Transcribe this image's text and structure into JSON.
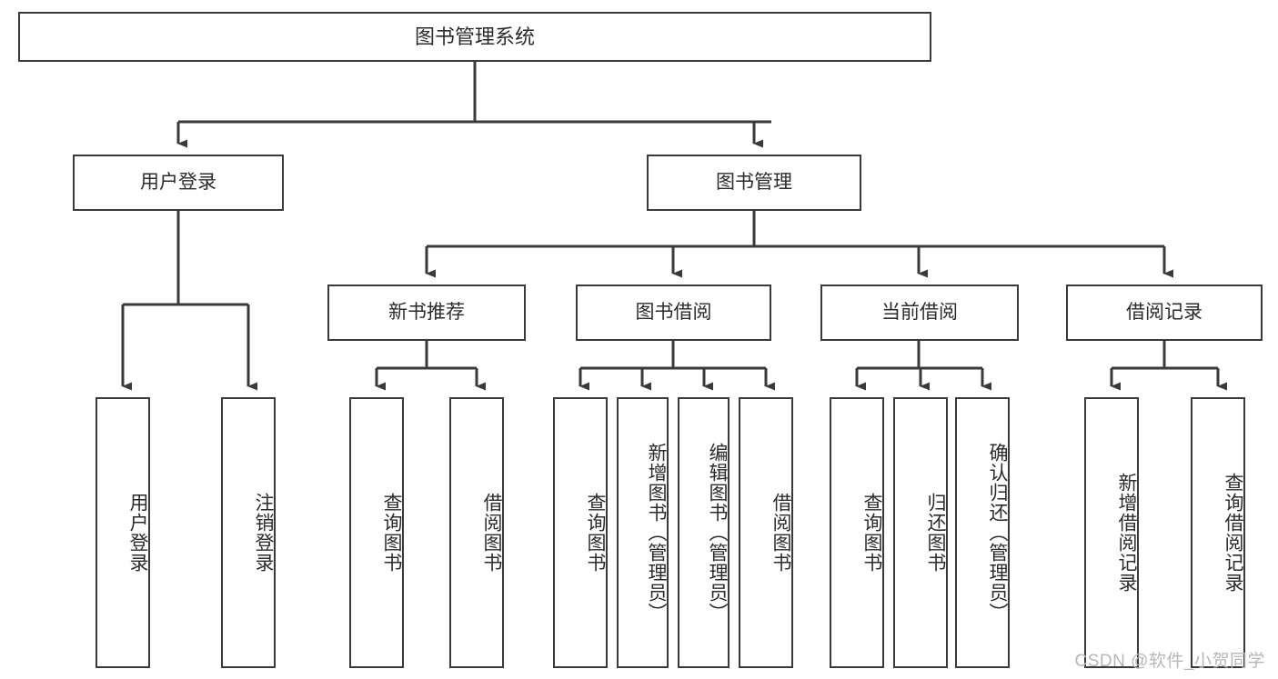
{
  "diagram": {
    "title": "图书管理系统",
    "type": "tree-hierarchy-chart",
    "watermark": "CSDN @软件_小贺同学",
    "colors": {
      "border": "#3a3a3a",
      "text": "#2b2b2b",
      "background": "#ffffff",
      "edge": "#3a3a3a",
      "watermark": "#b7b7b7"
    },
    "nodes": {
      "root": {
        "label": "图书管理系统"
      },
      "level1": [
        {
          "label": "用户登录"
        },
        {
          "label": "图书管理"
        }
      ],
      "level2": [
        {
          "label": "新书推荐"
        },
        {
          "label": "图书借阅"
        },
        {
          "label": "当前借阅"
        },
        {
          "label": "借阅记录"
        }
      ],
      "leaves": {
        "user_login": [
          {
            "label": "用户登录"
          },
          {
            "label": "注销登录"
          }
        ],
        "new_book_recommend": [
          {
            "label": "查询图书"
          },
          {
            "label": "借阅图书"
          }
        ],
        "book_borrow": [
          {
            "label": "查询图书"
          },
          {
            "label": "新增图书（管理员）"
          },
          {
            "label": "编辑图书（管理员）"
          },
          {
            "label": "借阅图书"
          }
        ],
        "current_borrow": [
          {
            "label": "查询图书"
          },
          {
            "label": "归还图书"
          },
          {
            "label": "确认归还（管理员）"
          }
        ],
        "borrow_record": [
          {
            "label": "新增借阅记录"
          },
          {
            "label": "查询借阅记录"
          }
        ]
      }
    }
  }
}
